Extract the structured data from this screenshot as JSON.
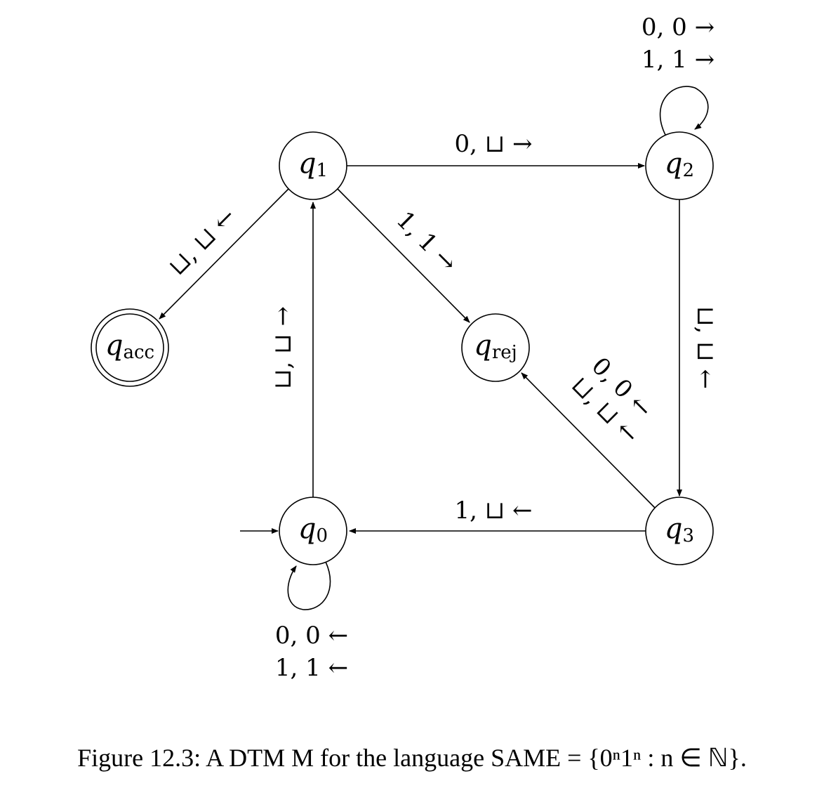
{
  "states": {
    "q0": {
      "letter": "q",
      "sub": "0"
    },
    "q1": {
      "letter": "q",
      "sub": "1"
    },
    "q2": {
      "letter": "q",
      "sub": "2"
    },
    "q3": {
      "letter": "q",
      "sub": "3"
    },
    "qacc": {
      "letter": "q",
      "sub": "acc"
    },
    "qrej": {
      "letter": "q",
      "sub": "rej"
    }
  },
  "transitions": {
    "q2_loop_1": "0, 0 →",
    "q2_loop_2": "1, 1 →",
    "q1_q2": "0, ⊔ →",
    "q1_qacc": "⊔, ⊔ ←",
    "q1_qrej": "1, 1 →",
    "q0_q1": "⊔, ⊔ →",
    "q2_q3": "⊔, ⊔ ←",
    "q3_qrej_1": "0, 0 ←",
    "q3_qrej_2": "⊔, ⊔ ←",
    "q3_q0": "1, ⊔ ←",
    "q0_loop_1": "0, 0 ←",
    "q0_loop_2": "1, 1 ←"
  },
  "caption": "Figure 12.3: A DTM M for the language SAME = {0ⁿ1ⁿ : n ∈ ℕ}."
}
